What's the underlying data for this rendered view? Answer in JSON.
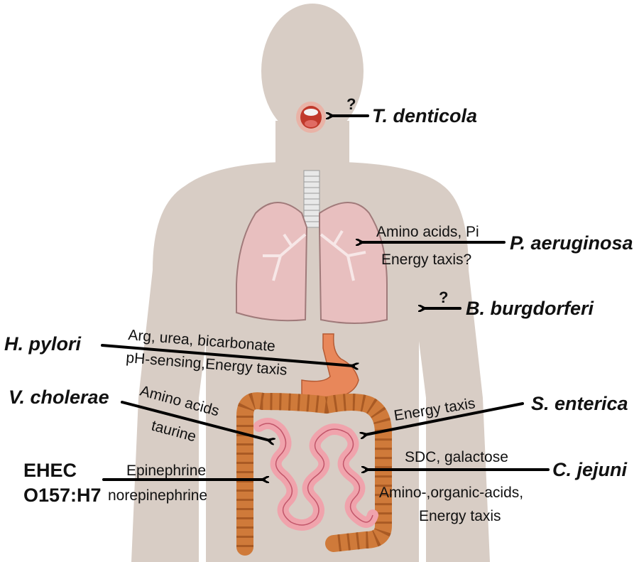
{
  "colors": {
    "body": "#d8cdc5",
    "lung": "#e8bfbf",
    "lung_outline": "#a07a7a",
    "trachea": "#e8e8e8",
    "stomach": "#e8875a",
    "colon": "#cf7a3a",
    "small_intestine": "#f0a3ac",
    "mouth": "#c0392b",
    "arrow": "#000000",
    "text": "#111111"
  },
  "pathogens": [
    {
      "id": "t-denticola",
      "name": "T. denticola",
      "cues": [],
      "question": "?"
    },
    {
      "id": "p-aeruginosa",
      "name": "P. aeruginosa",
      "cues": [
        "Amino acids, Pi",
        "Energy taxis?"
      ]
    },
    {
      "id": "b-burgdorferi",
      "name": "B. burgdorferi",
      "cues": [],
      "question": "?"
    },
    {
      "id": "h-pylori",
      "name": "H. pylori",
      "cues": [
        "Arg, urea, bicarbonate",
        "pH-sensing,Energy taxis"
      ]
    },
    {
      "id": "v-cholerae",
      "name": "V. cholerae",
      "cues": [
        "Amino acids",
        "taurine"
      ]
    },
    {
      "id": "s-enterica",
      "name": "S. enterica",
      "cues": [
        "Energy taxis"
      ]
    },
    {
      "id": "c-jejuni",
      "name": "C. jejuni",
      "cues": [
        "SDC, galactose",
        "Amino-,organic-acids,",
        "Energy taxis"
      ]
    },
    {
      "id": "ehec",
      "name_lines": [
        "EHEC",
        "O157:H7"
      ],
      "cues": [
        "Epinephrine",
        "norepinephrine"
      ]
    }
  ]
}
